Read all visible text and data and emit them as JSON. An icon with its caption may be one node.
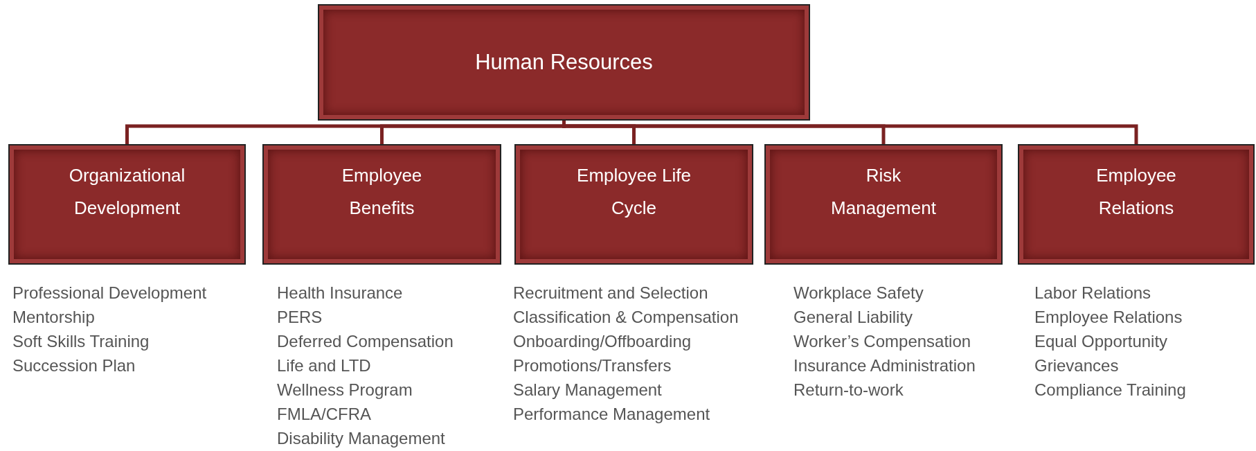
{
  "diagram": {
    "nodes": [
      {
        "text": [
          "Human Resources"
        ]
      },
      {
        "text": [
          "Organizational Development"
        ],
        "beside": [
          "Professional Development",
          "Mentorship",
          "Soft Skills Training",
          "Succession Plan"
        ]
      },
      {
        "text": [
          "Employee Benefits"
        ],
        "beside": [
          "Health Insurance",
          "PERS",
          "Deferred Compensation",
          "Life and LTD",
          "Wellness Program",
          "FMLA/CFRA",
          "Disability Management"
        ]
      },
      {
        "text": [
          "Employee Life Cycle"
        ],
        "beside": [
          "Recruitment and Selection",
          "Classification & Compensation",
          "Onboarding/Offboarding",
          "Promotions/Transfers",
          "Salary Management",
          "Performance Management"
        ]
      },
      {
        "text": [
          "Risk Management"
        ],
        "beside": [
          "Workplace Safety",
          "General Liability",
          "Worker’s Compensation",
          "Insurance Administration",
          "Return-to-work"
        ]
      },
      {
        "text": [
          "Employee Relations"
        ],
        "beside": [
          "Labor Relations",
          "Employee Relations",
          "Equal Opportunity",
          "Grievances",
          "Compliance Training"
        ]
      }
    ],
    "edges": [
      {
        "from": 0,
        "to": 1,
        "arrow": "none"
      },
      {
        "from": 0,
        "to": 2,
        "arrow": "none"
      },
      {
        "from": 0,
        "to": 3,
        "arrow": "none"
      },
      {
        "from": 0,
        "to": 4,
        "arrow": "none"
      },
      {
        "from": 0,
        "to": 5,
        "arrow": "none"
      }
    ]
  }
}
